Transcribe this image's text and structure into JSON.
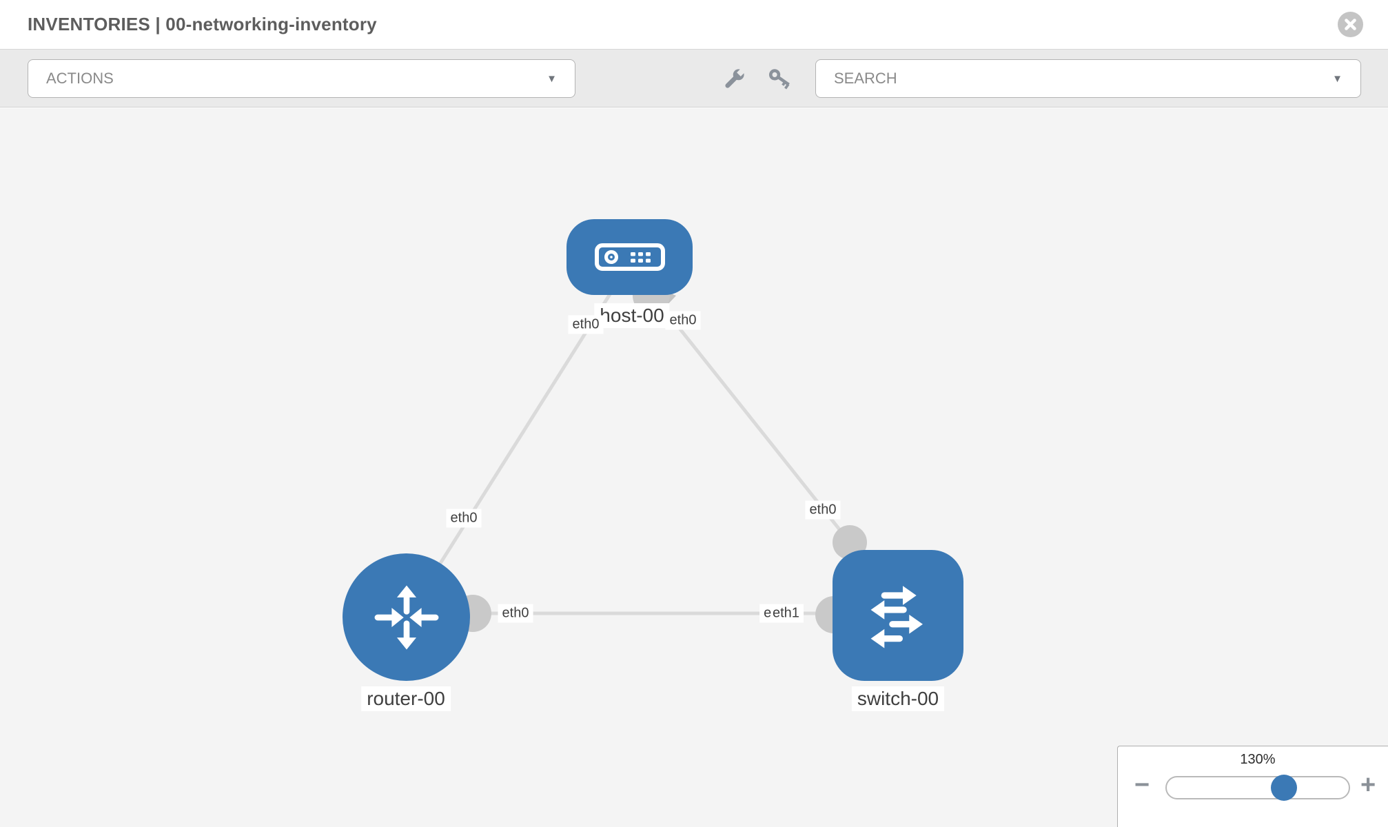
{
  "header": {
    "title": "INVENTORIES | 00-networking-inventory"
  },
  "toolbar": {
    "actions_label": "ACTIONS",
    "search_label": "SEARCH"
  },
  "icons": {
    "close": "close-icon",
    "caret": "▼",
    "wrench": "wrench-icon",
    "key": "key-icon",
    "minus": "−",
    "plus": "+"
  },
  "diagram": {
    "labels": {
      "host": "host-00",
      "router": "router-00",
      "switch": "switch-00",
      "host_left_if": "eth0",
      "host_right_if": "eth0",
      "router_top_if": "eth0",
      "router_right_if": "eth0",
      "switch_top_if": "eth0",
      "switch_left_if_a": "eth0",
      "switch_left_if_b": "eth1"
    },
    "nodes": [
      {
        "id": "host-00",
        "type": "host",
        "icon": "server-icon"
      },
      {
        "id": "router-00",
        "type": "router",
        "icon": "router-arrows-icon"
      },
      {
        "id": "switch-00",
        "type": "switch",
        "icon": "switch-arrows-icon"
      }
    ],
    "links": [
      {
        "from": "router-00",
        "from_interface": "eth0",
        "to": "host-00",
        "to_interface": "eth0"
      },
      {
        "from": "switch-00",
        "from_interface": "eth0",
        "to": "host-00",
        "to_interface": "eth0"
      },
      {
        "from": "router-00",
        "from_interface": "eth0",
        "to": "switch-00",
        "to_interface": "eth1"
      }
    ]
  },
  "zoom_control": {
    "value": "130%",
    "percent": 130,
    "min_percent": 10,
    "max_percent": 190
  },
  "colors": {
    "node_blue": "#3b79b5",
    "link_gray": "#dadada",
    "port_gray": "#c9c9c9",
    "arrowhead_gray": "#c2c2c2",
    "toolbar_bg": "#eaeaea",
    "canvas_bg": "#f4f4f4",
    "title_gray": "#5d5d5d"
  }
}
